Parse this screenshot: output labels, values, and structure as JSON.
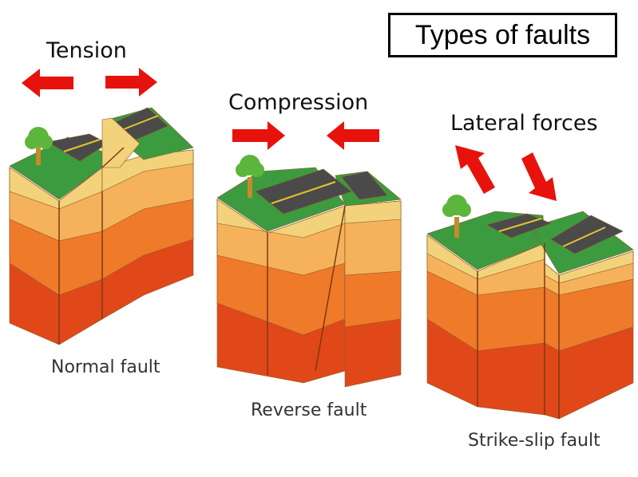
{
  "title": "Types of faults",
  "labels": {
    "tension": "Tension",
    "compression": "Compression",
    "lateral": "Lateral forces"
  },
  "captions": {
    "normal": "Normal fault",
    "reverse": "Reverse fault",
    "strike_slip": "Strike-slip fault"
  },
  "colors": {
    "arrow": "#e8120c",
    "grass": "#3d9b3f",
    "road": "#4a4a4a",
    "road_line": "#e6c52a",
    "layer_top": "#f2d27a",
    "layer_mid": "#f6b25a",
    "layer_low": "#ef7a2a",
    "layer_base": "#e0481a",
    "tree": "#5cb63b",
    "trunk": "#c68a2a"
  },
  "icons": [
    "arrow-icon",
    "tree-icon"
  ]
}
